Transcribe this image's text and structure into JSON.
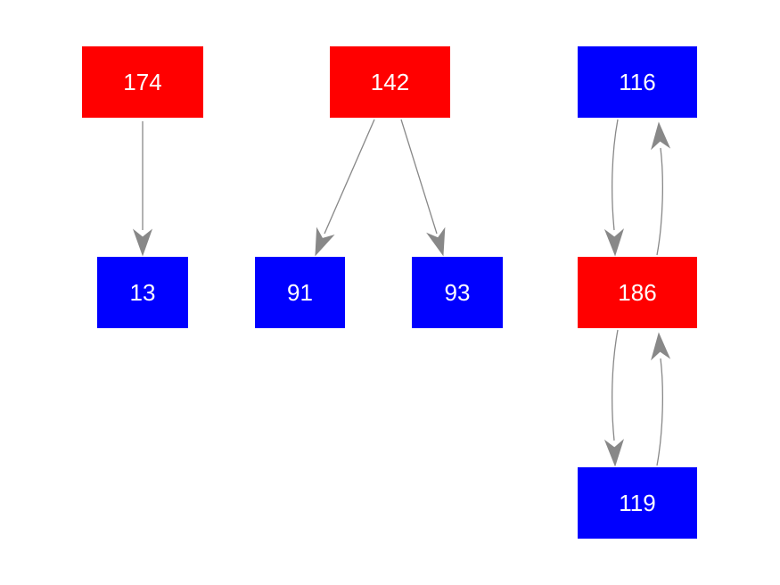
{
  "colors": {
    "red": "#ff0000",
    "blue": "#0000ff",
    "edge": "#888888",
    "label": "#ffffff"
  },
  "nodes": [
    {
      "id": "n174",
      "label": "174",
      "color": "red"
    },
    {
      "id": "n142",
      "label": "142",
      "color": "red"
    },
    {
      "id": "n116",
      "label": "116",
      "color": "blue"
    },
    {
      "id": "n13",
      "label": "13",
      "color": "blue"
    },
    {
      "id": "n91",
      "label": "91",
      "color": "blue"
    },
    {
      "id": "n93",
      "label": "93",
      "color": "blue"
    },
    {
      "id": "n186",
      "label": "186",
      "color": "red"
    },
    {
      "id": "n119",
      "label": "119",
      "color": "blue"
    }
  ],
  "edges": [
    {
      "from": "174",
      "to": "13"
    },
    {
      "from": "142",
      "to": "91"
    },
    {
      "from": "142",
      "to": "93"
    },
    {
      "from": "116",
      "to": "186"
    },
    {
      "from": "186",
      "to": "116"
    },
    {
      "from": "186",
      "to": "119"
    },
    {
      "from": "119",
      "to": "186"
    }
  ]
}
